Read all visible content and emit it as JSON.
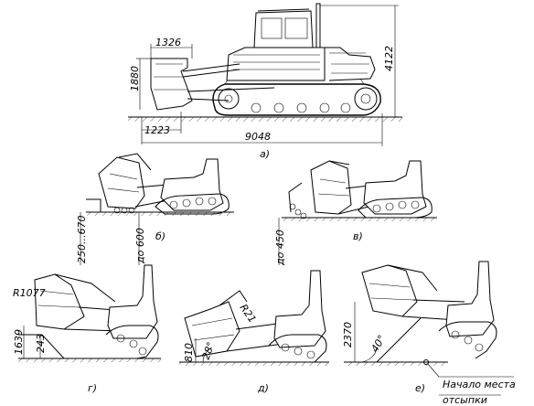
{
  "main_view": {
    "dims": {
      "blade_width": "1326",
      "blade_height": "1880",
      "overall_height": "4122",
      "front_overhang": "1223",
      "overall_length": "9048"
    },
    "caption": "а)"
  },
  "view_b": {
    "dims": {
      "cut_depth": "250...670",
      "lift_height": "до 600"
    },
    "caption": "б)"
  },
  "view_v": {
    "dims": {
      "lift_height": "до 450"
    },
    "caption": "в)"
  },
  "view_g": {
    "dims": {
      "radius": "R1077",
      "lift_height": "1639",
      "dig_depth": "243"
    },
    "caption": "г)"
  },
  "view_d": {
    "dims": {
      "height": "810",
      "angle": "28°",
      "radius": "R21"
    },
    "caption": "д)"
  },
  "view_e": {
    "dims": {
      "height": "2370",
      "angle": "40°"
    },
    "caption": "е)",
    "note_line1": "Начало места",
    "note_line2": "отсыпки"
  }
}
